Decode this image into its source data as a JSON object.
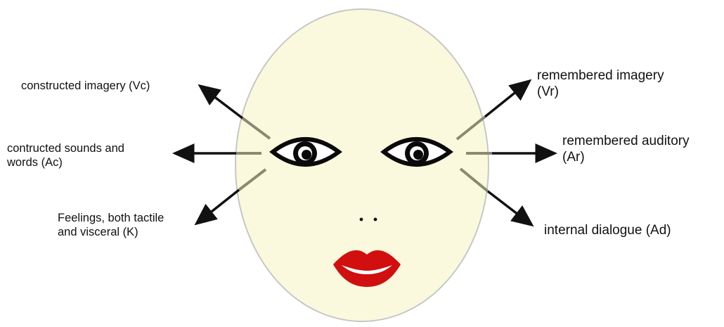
{
  "labels": {
    "vc": "constructed imagery (Vc)",
    "ac": "contructed sounds and\nwords (Ac)",
    "k": "Feelings, both tactile\nand visceral (K)",
    "vr": "remembered imagery\n(Vr)",
    "ar": "remembered auditory\n(Ar)",
    "ad": "internal dialogue (Ad)"
  },
  "colors": {
    "face_fill": "#fbf9dd",
    "face_stroke": "#c7c7c7",
    "arrow": "#111111",
    "arrow_faded": "#8a8a72",
    "lips": "#d10f0f",
    "eye": "#0a0a0a"
  },
  "icons": {
    "left_eye": "eye-icon",
    "right_eye": "eye-icon"
  }
}
